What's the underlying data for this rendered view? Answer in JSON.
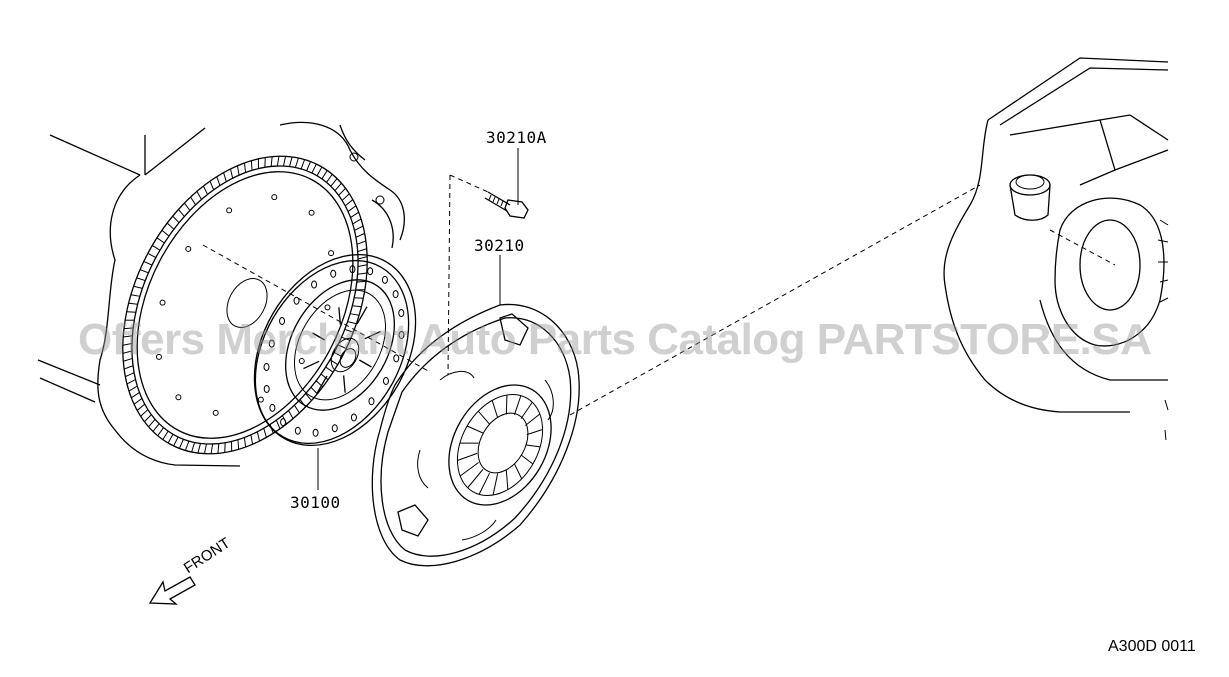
{
  "diagram": {
    "parts": [
      {
        "id": "bolt",
        "label": "30210A"
      },
      {
        "id": "cover",
        "label": "30210"
      },
      {
        "id": "disc",
        "label": "30100"
      }
    ],
    "direction_label": "FRONT",
    "figure_code": "A300D 0011"
  },
  "watermark": "Offers Merchant Auto Parts Catalog PARTSTORE.SA"
}
